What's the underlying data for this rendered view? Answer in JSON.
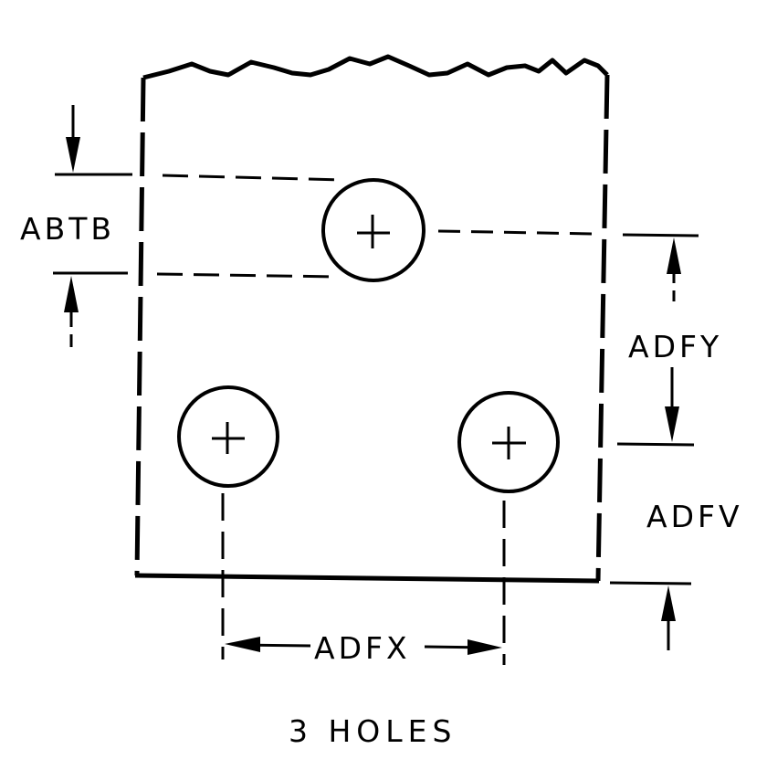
{
  "labels": {
    "abtb": "ABTB",
    "adfy": "ADFY",
    "adfv": "ADFV",
    "adfx": "ADFX"
  },
  "caption": "3 HOLES",
  "colors": {
    "line": "#000000",
    "background": "#ffffff"
  }
}
